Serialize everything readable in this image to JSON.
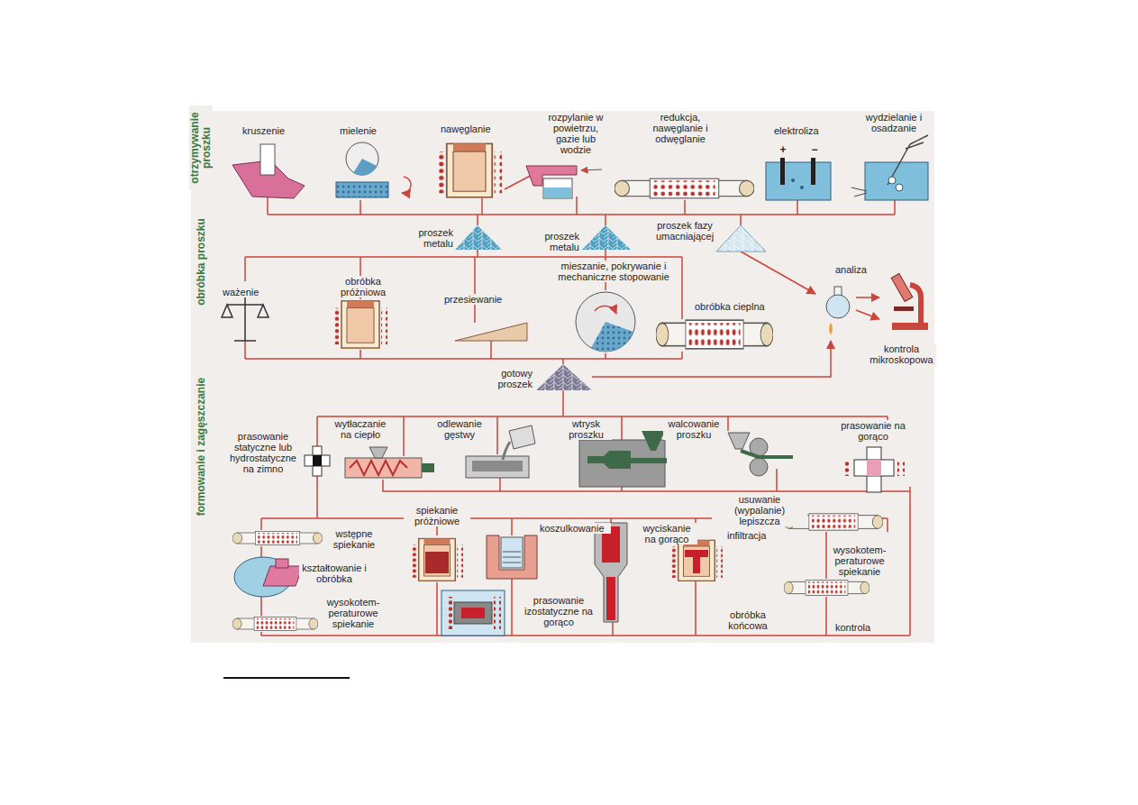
{
  "diagram": {
    "labels": [
      "otrzymywanie proszku",
      "kruszenie",
      "mielenie",
      "nawęglanie",
      "rozpylanie w powietrzu, gazie lub wodzie",
      "redukcja, nawęglanie i odwęglanie",
      "elektroliza",
      "+",
      "−",
      "wydzielanie i osadzanie",
      "proszek metalu",
      "proszek metalu",
      "proszek fazy umacniającej",
      "obróbka proszku",
      "ważenie",
      "obróbka próżniowa",
      "przesiewanie",
      "mieszanie, pokrywanie i mechaniczne stopowanie",
      "obróbka cieplna",
      "analiza",
      "kontrola mikroskopowa",
      "gotowy proszek",
      "formowanie i zagęszczanie",
      "prasowanie statyczne lub hydrostatyczne na zimno",
      "wytłaczanie na ciepło",
      "odlewanie gęstwy",
      "wtrysk proszku",
      "walcowanie proszku",
      "prasowanie na gorąco",
      "wstępne spiekanie",
      "kształtowanie i obróbka",
      "wysokotem- peraturowe spiekanie",
      "spiekanie próżniowe",
      "koszulkowanie",
      "wyciskanie na gorąco",
      "infiltracja",
      "usuwanie (wypalanie) lepiszcza",
      "wysokotem- peraturowe spiekanie",
      "prasowanie izostatyczne na gorąco",
      "obróbka końcowa",
      "kontrola"
    ]
  }
}
